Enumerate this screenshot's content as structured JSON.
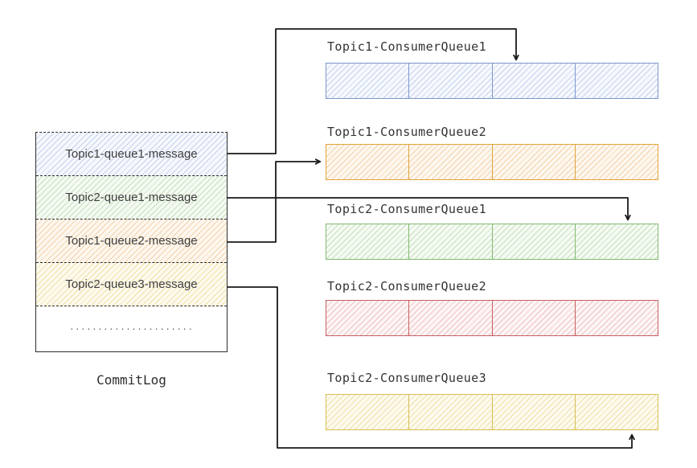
{
  "commit_log": {
    "label": "CommitLog",
    "rows": [
      {
        "text": "Topic1-queue1-message",
        "color": "blue"
      },
      {
        "text": "Topic2-queue1-message",
        "color": "green"
      },
      {
        "text": "Topic1-queue2-message",
        "color": "orange"
      },
      {
        "text": "Topic2-queue3-message",
        "color": "yellow"
      },
      {
        "text": "......................",
        "color": "none"
      }
    ]
  },
  "queues": [
    {
      "label": "Topic1-ConsumerQueue1",
      "color": "blue",
      "cells": 4
    },
    {
      "label": "Topic1-ConsumerQueue2",
      "color": "amber",
      "cells": 4
    },
    {
      "label": "Topic2-ConsumerQueue1",
      "color": "green",
      "cells": 4
    },
    {
      "label": "Topic2-ConsumerQueue2",
      "color": "red",
      "cells": 4
    },
    {
      "label": "Topic2-ConsumerQueue3",
      "color": "yellow",
      "cells": 4
    }
  ],
  "arrows": [
    {
      "from": "Topic1-queue1-message",
      "to": "Topic1-ConsumerQueue1"
    },
    {
      "from": "Topic2-queue1-message",
      "to": "Topic2-ConsumerQueue1"
    },
    {
      "from": "Topic1-queue2-message",
      "to": "Topic1-ConsumerQueue2"
    },
    {
      "from": "Topic2-queue3-message",
      "to": "Topic2-ConsumerQueue3"
    }
  ],
  "colors": {
    "blue_border": "#7d98cb",
    "amber_border": "#dfa439",
    "green_border": "#83ba71",
    "red_border": "#c76060",
    "yellow_border": "#d9bd55",
    "arrow": "#1a1a1a"
  }
}
